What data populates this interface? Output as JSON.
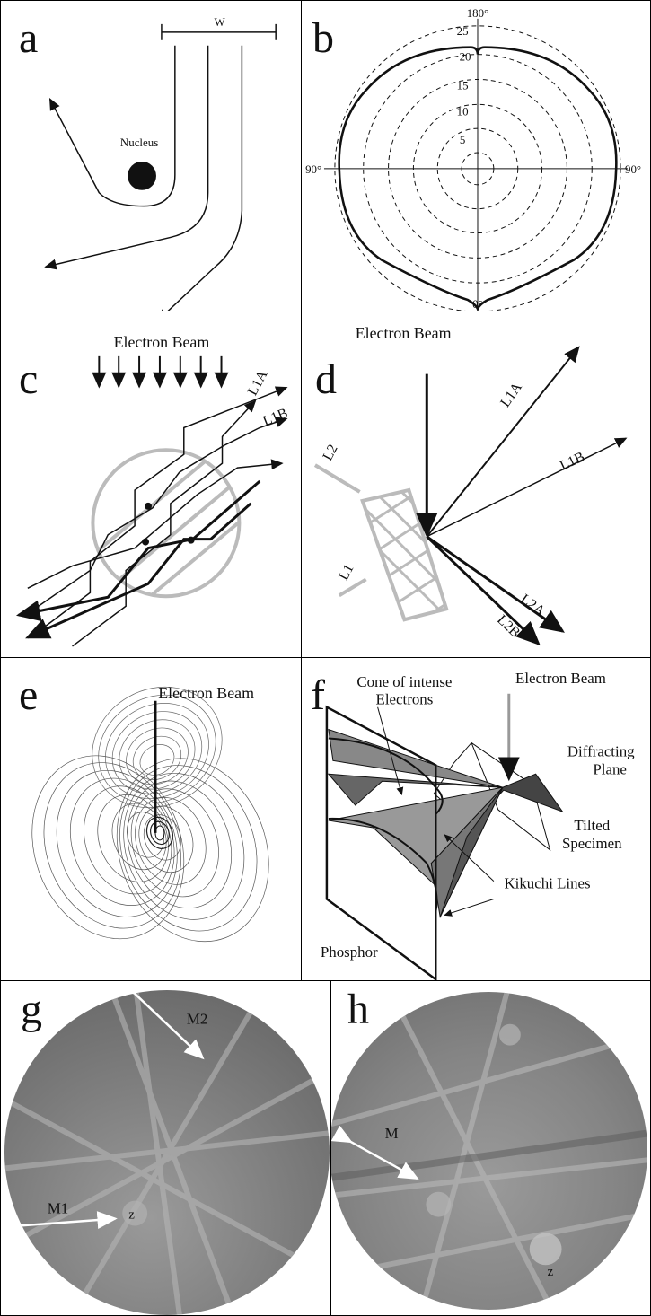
{
  "panels": {
    "a": {
      "label": "a",
      "w_label": "W",
      "nucleus_label": "Nucleus"
    },
    "b": {
      "label": "b",
      "ring_labels": [
        "25",
        "20",
        "15",
        "10",
        "5"
      ],
      "angle_top": "180°",
      "angle_bottom": "0°",
      "angle_left": "90°",
      "angle_right": "90°"
    },
    "c": {
      "label": "c",
      "beam_label": "Electron Beam",
      "line_a": "L1A",
      "line_b": "L1B"
    },
    "d": {
      "label": "d",
      "beam_label": "Electron Beam",
      "l1a": "L1A",
      "l1b": "L1B",
      "l2": "L2",
      "l1": "L1",
      "l2a": "L2A",
      "l2b": "L2B"
    },
    "e": {
      "label": "e",
      "beam_label": "Electron Beam"
    },
    "f": {
      "label": "f",
      "cone_label_1": "Cone of intense",
      "cone_label_2": "Electrons",
      "beam_label": "Electron Beam",
      "diffracting_1": "Diffracting",
      "diffracting_2": "Plane",
      "tilted_1": "Tilted",
      "tilted_2": "Specimen",
      "kikuchi": "Kikuchi Lines",
      "phosphor": "Phosphor"
    },
    "g": {
      "label": "g",
      "m2": "M2",
      "m1": "M1",
      "z": "z"
    },
    "h": {
      "label": "h",
      "m": "M",
      "z": "z"
    }
  },
  "colors": {
    "line": "#111111",
    "gray": "#bbbbbb",
    "pattern_bg": "#8a8a8a"
  }
}
